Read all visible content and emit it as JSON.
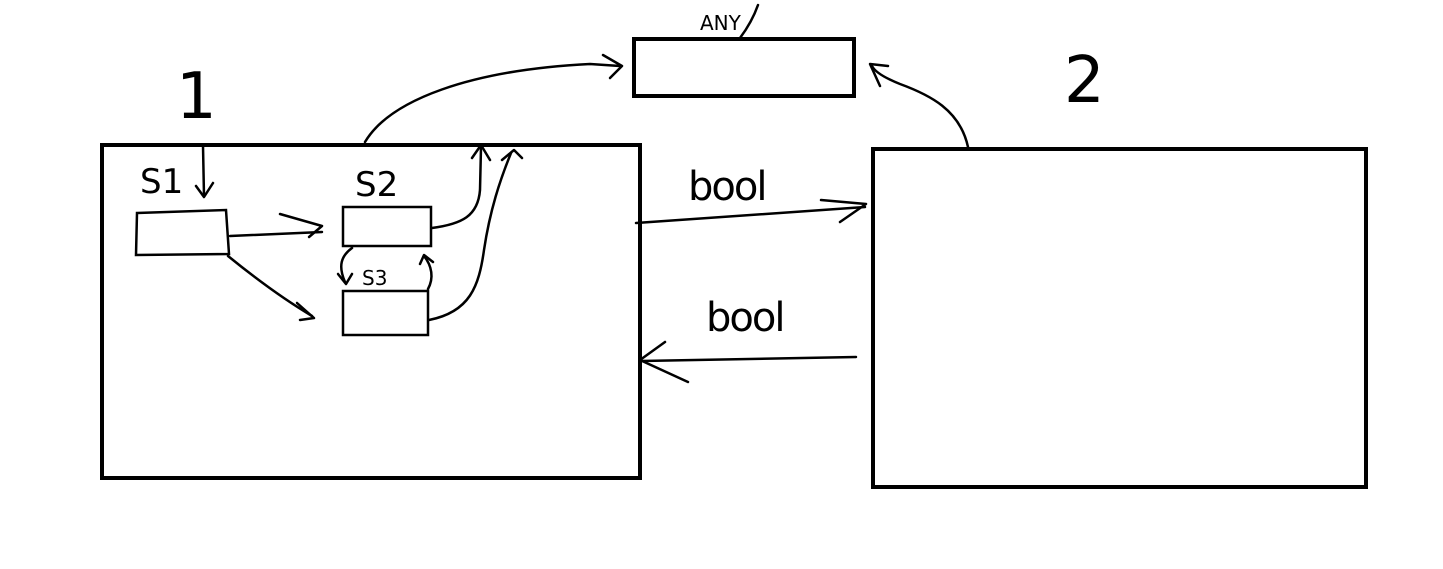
{
  "labels": {
    "group_1": "1",
    "group_2": "2",
    "any_box": "ANY",
    "s1": "S1",
    "s2": "S2",
    "s3": "S3",
    "edge_1_to_2": "bool",
    "edge_2_to_1": "bool"
  }
}
